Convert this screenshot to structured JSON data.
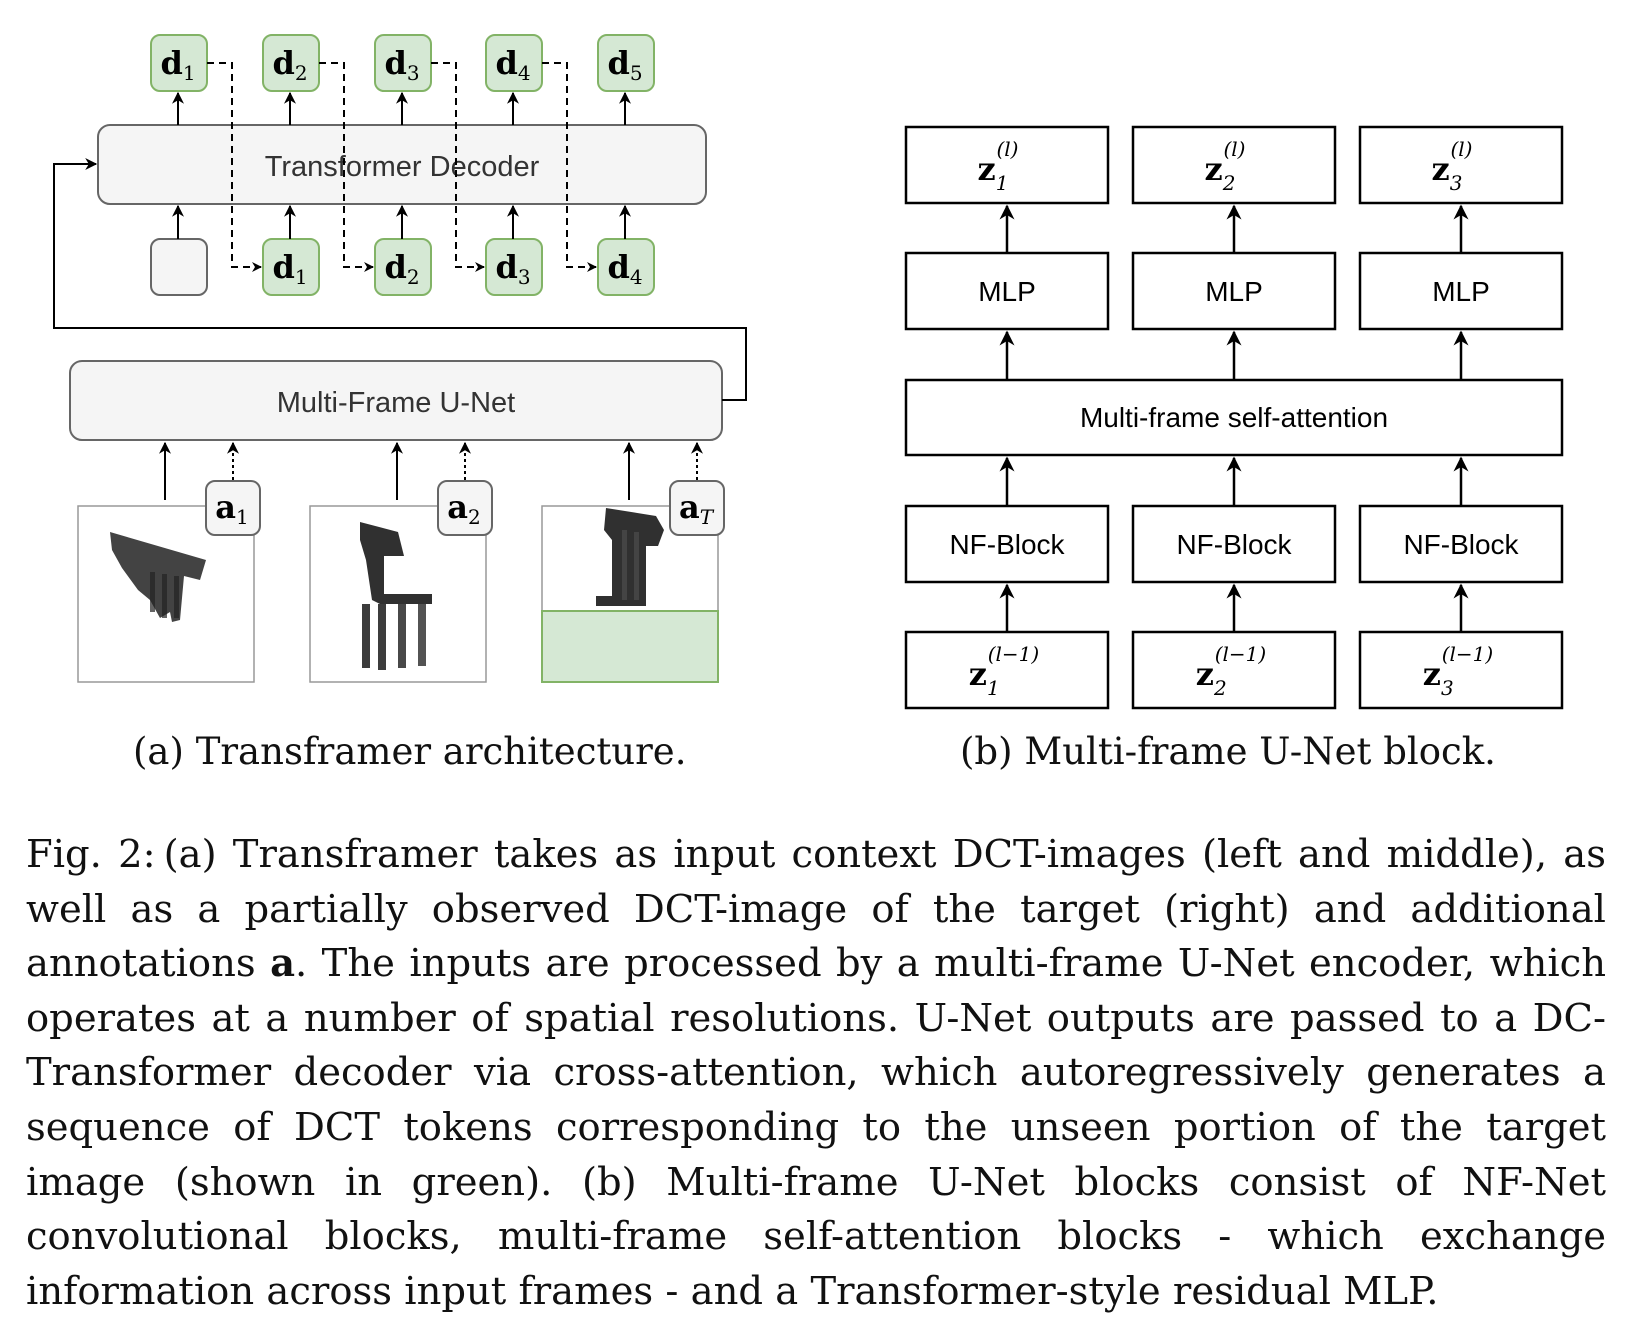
{
  "panel_a": {
    "decoder_label": "Transformer Decoder",
    "unet_label": "Multi-Frame U-Net",
    "decoder_outputs": [
      {
        "base": "d",
        "sub": "1"
      },
      {
        "base": "d",
        "sub": "2"
      },
      {
        "base": "d",
        "sub": "3"
      },
      {
        "base": "d",
        "sub": "4"
      },
      {
        "base": "d",
        "sub": "5"
      }
    ],
    "decoder_inputs": [
      {
        "base": "d",
        "sub": "1"
      },
      {
        "base": "d",
        "sub": "2"
      },
      {
        "base": "d",
        "sub": "3"
      },
      {
        "base": "d",
        "sub": "4"
      }
    ],
    "annotations": [
      {
        "base": "a",
        "sub": "1"
      },
      {
        "base": "a",
        "sub": "2"
      },
      {
        "base": "a",
        "sub": "T"
      }
    ],
    "subcaption": "(a) Transframer architecture."
  },
  "panel_b": {
    "outputs": [
      {
        "base": "z",
        "sub": "1",
        "sup": "(l)"
      },
      {
        "base": "z",
        "sub": "2",
        "sup": "(l)"
      },
      {
        "base": "z",
        "sub": "3",
        "sup": "(l)"
      }
    ],
    "mlp_label": "MLP",
    "attention_label": "Multi-frame self-attention",
    "nf_block_label": "NF-Block",
    "inputs": [
      {
        "base": "z",
        "sub": "1",
        "sup": "(l−1)"
      },
      {
        "base": "z",
        "sub": "2",
        "sup": "(l−1)"
      },
      {
        "base": "z",
        "sub": "3",
        "sup": "(l−1)"
      }
    ],
    "subcaption": "(b) Multi-frame U-Net block."
  },
  "caption": {
    "label": "Fig. 2:",
    "part1": "(a) Transframer takes as input context DCT-images (left and middle), as well as a partially observed DCT-image of the target (right) and additional annotations ",
    "bold_symbol": "a",
    "part2": ". The inputs are processed by a multi-frame U-Net encoder, which operates at a number of spatial resolutions. U-Net outputs are passed to a DC-Transformer decoder via cross-attention, which autoregressively generates a sequence of DCT tokens corresponding to the unseen portion of the target image (shown in green). (b) Multi-frame U-Net blocks consist of NF-Net convolutional blocks, multi-frame self-attention blocks - which exchange information across input frames - and a Transformer-style residual MLP."
  },
  "colors": {
    "token_fill": "#d5e8d4",
    "token_stroke": "#82b366",
    "block_fill": "#f5f5f5",
    "block_stroke": "#666666",
    "line": "#000000"
  }
}
